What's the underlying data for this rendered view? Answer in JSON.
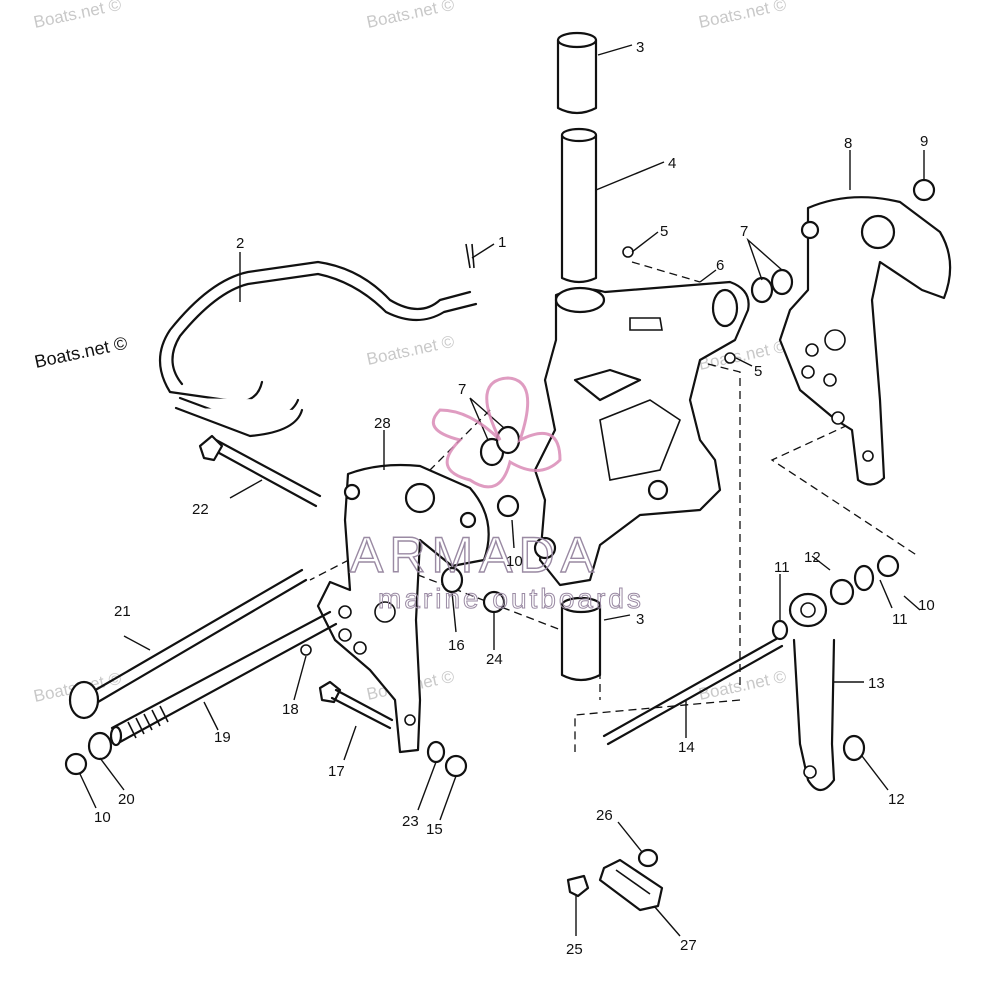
{
  "watermarks": {
    "main": "Boats.net ©",
    "faint": [
      "Boats.net ©",
      "Boats.net ©",
      "Boats.net ©",
      "Boats.net ©",
      "Boats.net ©",
      "Boats.net ©",
      "Boats.net ©",
      "Boats.net ©"
    ]
  },
  "brand": {
    "name": "ARMADA",
    "tagline": "marine outboards",
    "logo_color": "#d98bb6"
  },
  "callouts": [
    "1",
    "2",
    "3",
    "3",
    "4",
    "5",
    "5",
    "6",
    "7",
    "7",
    "8",
    "9",
    "10",
    "10",
    "10",
    "11",
    "11",
    "12",
    "12",
    "13",
    "14",
    "15",
    "16",
    "17",
    "18",
    "19",
    "20",
    "21",
    "22",
    "23",
    "24",
    "25",
    "26",
    "27",
    "28"
  ]
}
